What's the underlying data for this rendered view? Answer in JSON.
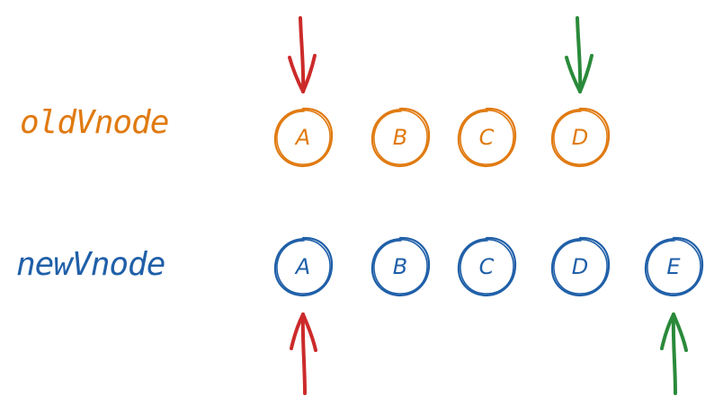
{
  "colors": {
    "old": "#e07a10",
    "new": "#1f5fa8",
    "red_pointer": "#cc2a2a",
    "green_pointer": "#2a8a3a"
  },
  "old_row": {
    "label": "oldVnode",
    "nodes": [
      "A",
      "B",
      "C",
      "D"
    ]
  },
  "new_row": {
    "label": "newVnode",
    "nodes": [
      "A",
      "B",
      "C",
      "D",
      "E"
    ]
  },
  "pointers": [
    {
      "name": "old-start-pointer",
      "color": "red",
      "direction": "down",
      "row": "old",
      "target": "A"
    },
    {
      "name": "old-end-pointer",
      "color": "green",
      "direction": "down",
      "row": "old",
      "target": "D"
    },
    {
      "name": "new-start-pointer",
      "color": "red",
      "direction": "up",
      "row": "new",
      "target": "A"
    },
    {
      "name": "new-end-pointer",
      "color": "green",
      "direction": "up",
      "row": "new",
      "target": "E"
    }
  ]
}
